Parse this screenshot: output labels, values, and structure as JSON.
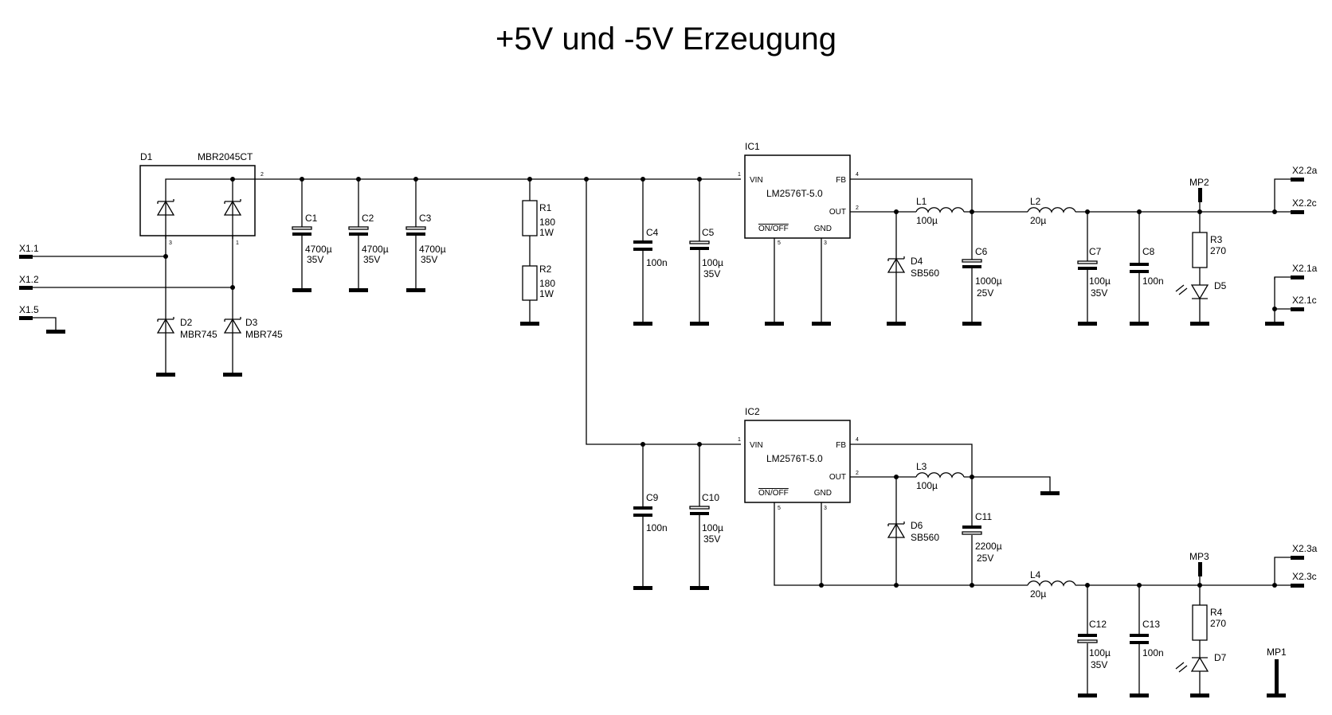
{
  "title": "+5V und -5V Erzeugung",
  "components": {
    "D1": {
      "ref": "D1",
      "value": "MBR2045CT"
    },
    "D2": {
      "ref": "D2",
      "value": "MBR745"
    },
    "D3": {
      "ref": "D3",
      "value": "MBR745"
    },
    "D4": {
      "ref": "D4",
      "value": "SB560"
    },
    "D5": {
      "ref": "D5"
    },
    "D6": {
      "ref": "D6",
      "value": "SB560"
    },
    "D7": {
      "ref": "D7"
    },
    "C1": {
      "ref": "C1",
      "value": "4700µ",
      "rating": "35V"
    },
    "C2": {
      "ref": "C2",
      "value": "4700µ",
      "rating": "35V"
    },
    "C3": {
      "ref": "C3",
      "value": "4700µ",
      "rating": "35V"
    },
    "C4": {
      "ref": "C4",
      "value": "100n"
    },
    "C5": {
      "ref": "C5",
      "value": "100µ",
      "rating": "35V"
    },
    "C6": {
      "ref": "C6",
      "value": "1000µ",
      "rating": "25V"
    },
    "C7": {
      "ref": "C7",
      "value": "100µ",
      "rating": "35V"
    },
    "C8": {
      "ref": "C8",
      "value": "100n"
    },
    "C9": {
      "ref": "C9",
      "value": "100n"
    },
    "C10": {
      "ref": "C10",
      "value": "100µ",
      "rating": "35V"
    },
    "C11": {
      "ref": "C11",
      "value": "2200µ",
      "rating": "25V"
    },
    "C12": {
      "ref": "C12",
      "value": "100µ",
      "rating": "35V"
    },
    "C13": {
      "ref": "C13",
      "value": "100n"
    },
    "R1": {
      "ref": "R1",
      "value": "180",
      "rating": "1W"
    },
    "R2": {
      "ref": "R2",
      "value": "180",
      "rating": "1W"
    },
    "R3": {
      "ref": "R3",
      "value": "270"
    },
    "R4": {
      "ref": "R4",
      "value": "270"
    },
    "L1": {
      "ref": "L1",
      "value": "100µ"
    },
    "L2": {
      "ref": "L2",
      "value": "20µ"
    },
    "L3": {
      "ref": "L3",
      "value": "100µ"
    },
    "L4": {
      "ref": "L4",
      "value": "20µ"
    },
    "IC1": {
      "ref": "IC1",
      "value": "LM2576T-5.0",
      "pin_vin": "VIN",
      "pin_fb": "FB",
      "pin_out": "OUT",
      "pin_onoff": "ON/OFF",
      "pin_gnd": "GND"
    },
    "IC2": {
      "ref": "IC2",
      "value": "LM2576T-5.0",
      "pin_vin": "VIN",
      "pin_fb": "FB",
      "pin_out": "OUT",
      "pin_onoff": "ON/OFF",
      "pin_gnd": "GND"
    }
  },
  "pin_numbers": {
    "one": "1",
    "two": "2",
    "three": "3",
    "four": "4",
    "five": "5"
  },
  "connectors": {
    "X1_1": "X1.1",
    "X1_2": "X1.2",
    "X1_5": "X1.5",
    "X2_1a": "X2.1a",
    "X2_1c": "X2.1c",
    "X2_2a": "X2.2a",
    "X2_2c": "X2.2c",
    "X2_3a": "X2.3a",
    "X2_3c": "X2.3c"
  },
  "test_points": {
    "MP1": "MP1",
    "MP2": "MP2",
    "MP3": "MP3"
  }
}
